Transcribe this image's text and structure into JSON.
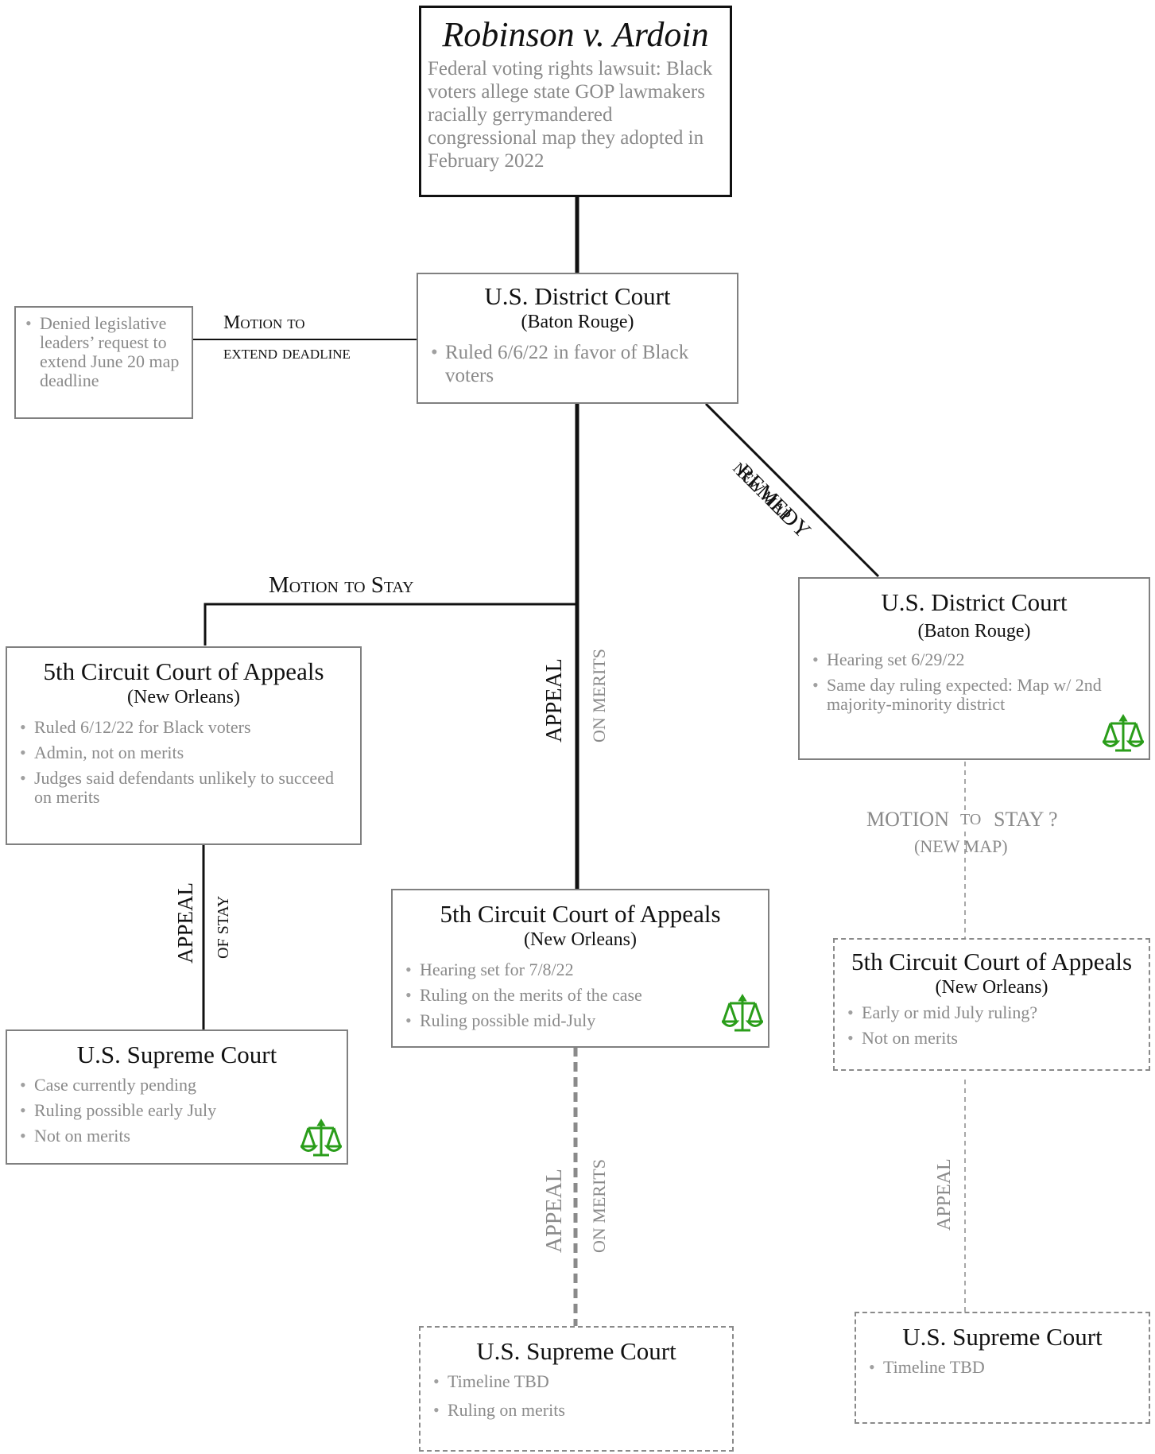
{
  "colors": {
    "scale_icon": "#2a9d1a",
    "muted_text": "#8a8a8a"
  },
  "case": {
    "title": "Robinson v. Ardoin",
    "description": "Federal voting rights lawsuit: Black voters allege state GOP lawmakers racially gerrymandered congressional map they adopted in February 2022"
  },
  "district_court_main": {
    "title": "U.S. District Court",
    "subtitle": "(Baton Rouge)",
    "bullets": [
      "Ruled 6/6/22 in favor of Black voters"
    ]
  },
  "denied_note": {
    "bullets": [
      "Denied legislative leaders’ request to extend June 20 map deadline"
    ]
  },
  "circuit_stay": {
    "title": "5th Circuit Court of Appeals",
    "subtitle": "(New Orleans)",
    "bullets": [
      "Ruled 6/12/22 for Black voters",
      "Admin, not on merits",
      "Judges said defendants unlikely to succeed on merits"
    ]
  },
  "supreme_stay": {
    "title": "U.S. Supreme Court",
    "bullets": [
      "Case currently pending",
      "Ruling possible early July",
      "Not on merits"
    ],
    "icon": "scales-of-justice"
  },
  "circuit_merits": {
    "title": "5th Circuit Court of Appeals",
    "subtitle": "(New Orleans)",
    "bullets": [
      "Hearing set for 7/8/22",
      "Ruling on the merits of the case",
      "Ruling possible mid-July"
    ],
    "icon": "scales-of-justice"
  },
  "supreme_merits": {
    "title": "U.S. Supreme Court",
    "bullets": [
      "Timeline TBD",
      "Ruling on merits"
    ]
  },
  "district_court_remedy": {
    "title": "U.S. District Court",
    "subtitle": "(Baton Rouge)",
    "bullets": [
      "Hearing set 6/29/22",
      "Same day ruling expected: Map w/ 2nd majority-minority district"
    ],
    "icon": "scales-of-justice"
  },
  "circuit_newmap": {
    "title": "5th Circuit Court of Appeals",
    "subtitle": "(New Orleans)",
    "bullets": [
      "Early or mid July ruling?",
      "Not on merits"
    ]
  },
  "supreme_newmap": {
    "title": "U.S. Supreme Court",
    "bullets": [
      "Timeline TBD"
    ]
  },
  "connectors": {
    "motion_extend_line1": "Motion to",
    "motion_extend_line2": "extend deadline",
    "remedy": "REMEDY",
    "new_map": "NEW MAP",
    "motion_to_stay": "Motion to Stay",
    "appeal": "APPEAL",
    "on_merits": "ON MERITS",
    "of_stay": "OF STAY",
    "motion_stay_q_a": "MOTION",
    "motion_stay_q_b": "TO",
    "motion_stay_q_c": "STAY ?",
    "new_map_paren": "(NEW MAP)"
  }
}
